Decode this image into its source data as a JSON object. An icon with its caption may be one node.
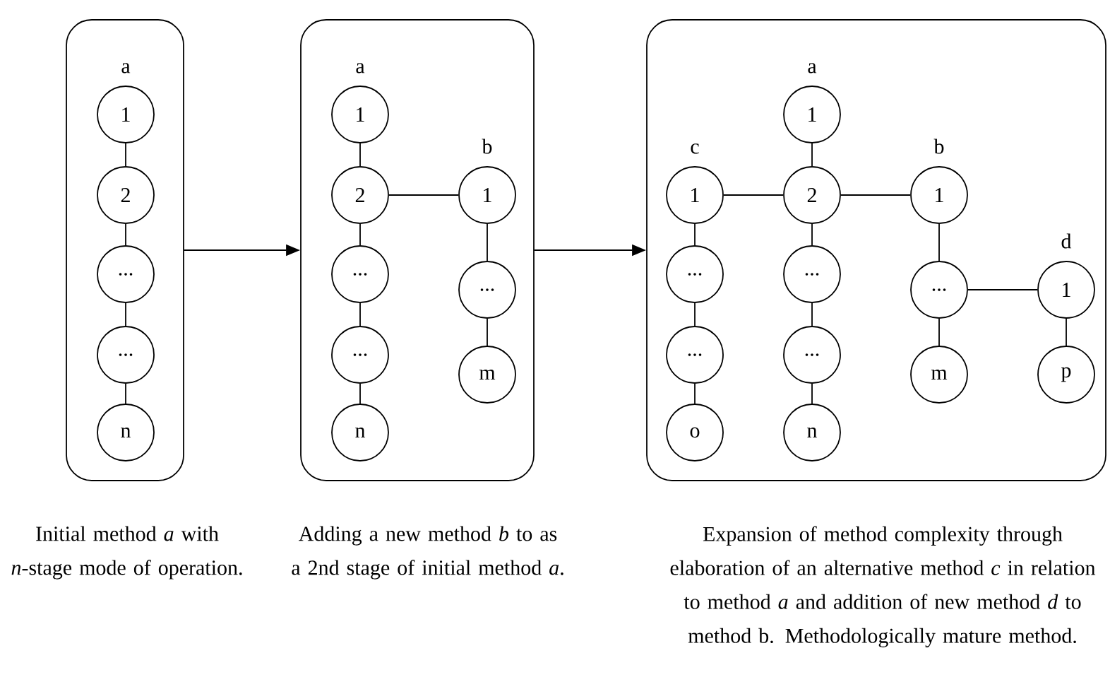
{
  "diagram": {
    "nodes": [
      {
        "text": [],
        "shape": "box",
        "beside": [
          "Initial method *a* with *n*-stage mode of operation."
        ]
      },
      {
        "text": [
          "1"
        ],
        "in": 0,
        "beside": [
          "a"
        ]
      },
      {
        "text": [
          "2"
        ],
        "in": 0
      },
      {
        "text": [
          "..."
        ],
        "in": 0
      },
      {
        "text": [
          "..."
        ],
        "in": 0
      },
      {
        "text": [
          "n"
        ],
        "in": 0
      },
      {
        "text": [],
        "shape": "box",
        "beside": [
          "Adding a new method *b* to as a 2nd stage of initial method *a*."
        ]
      },
      {
        "text": [
          "1"
        ],
        "in": 6,
        "beside": [
          "a"
        ]
      },
      {
        "text": [
          "2"
        ],
        "in": 6
      },
      {
        "text": [
          "..."
        ],
        "in": 6
      },
      {
        "text": [
          "..."
        ],
        "in": 6
      },
      {
        "text": [
          "n"
        ],
        "in": 6
      },
      {
        "text": [
          "1"
        ],
        "in": 6,
        "beside": [
          "b"
        ]
      },
      {
        "text": [
          "..."
        ],
        "in": 6
      },
      {
        "text": [
          "m"
        ],
        "in": 6
      },
      {
        "text": [],
        "shape": "box",
        "beside": [
          "Expansion of method complexity through elaboration of an alternative method *c* in relation to method *a* and addition of new method *d* to method b. Methodologically mature method."
        ]
      },
      {
        "text": [
          "1"
        ],
        "in": 15,
        "beside": [
          "c"
        ]
      },
      {
        "text": [
          "..."
        ],
        "in": 15
      },
      {
        "text": [
          "..."
        ],
        "in": 15
      },
      {
        "text": [
          "o"
        ],
        "in": 15
      },
      {
        "text": [
          "1"
        ],
        "in": 15,
        "beside": [
          "a"
        ]
      },
      {
        "text": [
          "2"
        ],
        "in": 15
      },
      {
        "text": [
          "..."
        ],
        "in": 15
      },
      {
        "text": [
          "..."
        ],
        "in": 15
      },
      {
        "text": [
          "n"
        ],
        "in": 15
      },
      {
        "text": [
          "1"
        ],
        "in": 15,
        "beside": [
          "b"
        ]
      },
      {
        "text": [
          "..."
        ],
        "in": 15
      },
      {
        "text": [
          "m"
        ],
        "in": 15
      },
      {
        "text": [
          "1"
        ],
        "in": 15,
        "beside": [
          "d"
        ]
      },
      {
        "text": [
          "p"
        ],
        "in": 15
      }
    ],
    "edges": [
      {
        "from": 1,
        "to": 2,
        "arrow": "none"
      },
      {
        "from": 2,
        "to": 3,
        "arrow": "none"
      },
      {
        "from": 3,
        "to": 4,
        "arrow": "none"
      },
      {
        "from": 4,
        "to": 5,
        "arrow": "none"
      },
      {
        "from": 0,
        "to": 6,
        "arrow": "to"
      },
      {
        "from": 7,
        "to": 8,
        "arrow": "none"
      },
      {
        "from": 8,
        "to": 9,
        "arrow": "none"
      },
      {
        "from": 9,
        "to": 10,
        "arrow": "none"
      },
      {
        "from": 10,
        "to": 11,
        "arrow": "none"
      },
      {
        "from": 8,
        "to": 12,
        "arrow": "none"
      },
      {
        "from": 12,
        "to": 13,
        "arrow": "none"
      },
      {
        "from": 13,
        "to": 14,
        "arrow": "none"
      },
      {
        "from": 6,
        "to": 15,
        "arrow": "to"
      },
      {
        "from": 16,
        "to": 17,
        "arrow": "none"
      },
      {
        "from": 17,
        "to": 18,
        "arrow": "none"
      },
      {
        "from": 18,
        "to": 19,
        "arrow": "none"
      },
      {
        "from": 16,
        "to": 21,
        "arrow": "none"
      },
      {
        "from": 20,
        "to": 21,
        "arrow": "none"
      },
      {
        "from": 21,
        "to": 22,
        "arrow": "none"
      },
      {
        "from": 22,
        "to": 23,
        "arrow": "none"
      },
      {
        "from": 23,
        "to": 24,
        "arrow": "none"
      },
      {
        "from": 21,
        "to": 25,
        "arrow": "none"
      },
      {
        "from": 25,
        "to": 26,
        "arrow": "none"
      },
      {
        "from": 26,
        "to": 27,
        "arrow": "none"
      },
      {
        "from": 26,
        "to": 28,
        "arrow": "none"
      },
      {
        "from": 28,
        "to": 29,
        "arrow": "none"
      }
    ]
  }
}
